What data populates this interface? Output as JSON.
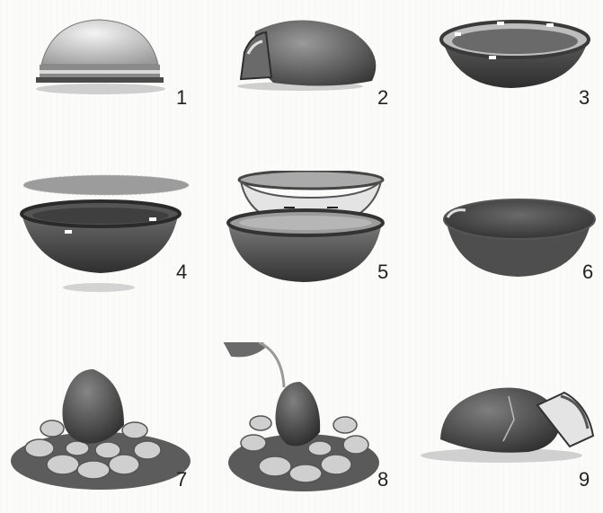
{
  "figure": {
    "panels": [
      {
        "label": "1",
        "depicts": "closed-mold"
      },
      {
        "label": "2",
        "depicts": "shell-hinged-open"
      },
      {
        "label": "3",
        "depicts": "open-bowl-with-notches"
      },
      {
        "label": "4",
        "depicts": "bowl-with-layer-above"
      },
      {
        "label": "5",
        "depicts": "open-clam-with-filling"
      },
      {
        "label": "6",
        "depicts": "empty-smooth-bowl"
      },
      {
        "label": "7",
        "depicts": "shell-on-stones"
      },
      {
        "label": "8",
        "depicts": "pouring-cup-over-shell"
      },
      {
        "label": "9",
        "depicts": "cracked-shell"
      }
    ]
  },
  "colors": {
    "ink": "#222222",
    "shell_dark": "#3a3a3a",
    "shell_mid": "#7a7a7a",
    "shell_light": "#c9c9c9",
    "paper": "#fbfbfa"
  }
}
